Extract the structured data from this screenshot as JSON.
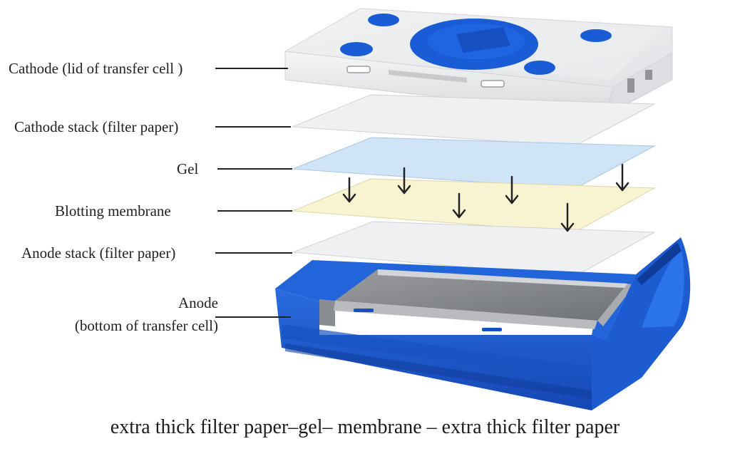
{
  "labels": {
    "cathode": "Cathode (lid of transfer cell )",
    "cathode_stack": "Cathode stack (filter paper)",
    "gel": "Gel",
    "membrane": "Blotting membrane",
    "anode_stack": "Anode stack (filter paper)",
    "anode_line1": "Anode",
    "anode_line2": "(bottom of transfer cell)"
  },
  "caption": "extra thick filter paper–gel– membrane – extra thick filter paper",
  "colors": {
    "brand_blue": "#1a5bd6",
    "lid_gray": "#e9eaec",
    "filter_paper": "#eeeff1",
    "gel": "#cfe4f6",
    "membrane": "#f8f4d2"
  },
  "icons": [
    "down-arrow-icon"
  ]
}
